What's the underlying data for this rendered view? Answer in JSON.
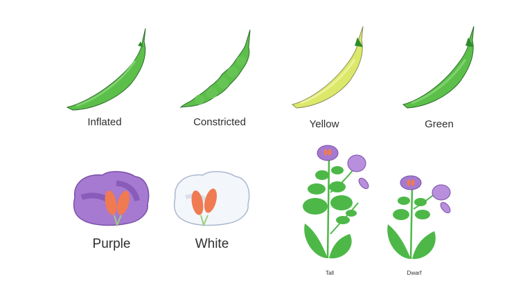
{
  "pods": {
    "shape": [
      {
        "label": "Inflated",
        "color": "#5cbf4a"
      },
      {
        "label": "Constricted",
        "color": "#5cbf4a"
      }
    ],
    "color": [
      {
        "label": "Yellow",
        "color": "#dbe86a"
      },
      {
        "label": "Green",
        "color": "#5cbf4a"
      }
    ]
  },
  "flowers": [
    {
      "label": "Purple",
      "color": "#9b6cc4"
    },
    {
      "label": "White",
      "color": "#eef2f8"
    }
  ],
  "plants": [
    {
      "label": "Tall"
    },
    {
      "label": "Dwarf"
    }
  ],
  "colors": {
    "pod_green": "#5cbf4a",
    "pod_dark": "#2e8b2e",
    "pod_yellow": "#dbe86a",
    "petal_purple": "#9b6cc4",
    "stamen_orange": "#f07a52",
    "leaf_green": "#4db848"
  }
}
